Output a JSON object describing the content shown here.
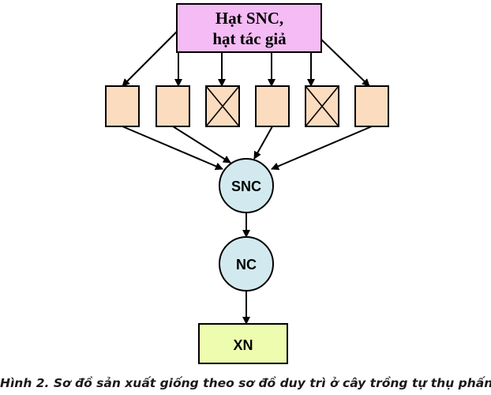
{
  "source_box": {
    "line1": "Hạt SNC,",
    "line2": "hạt tác giả",
    "fill": "#f4bbf4"
  },
  "plots": [
    {
      "eliminated": false
    },
    {
      "eliminated": false
    },
    {
      "eliminated": true
    },
    {
      "eliminated": false
    },
    {
      "eliminated": true
    },
    {
      "eliminated": false
    }
  ],
  "plot_fill": "#fcdcbe",
  "circle_fill": "#d2eaef",
  "snc_label": "SNC",
  "nc_label": "NC",
  "xn_label": "XN",
  "xn_fill": "#eefcb0",
  "caption": "Hình 2. Sơ đồ sản xuất giống theo sơ đồ duy trì ở cây trồng tự thụ phấn"
}
